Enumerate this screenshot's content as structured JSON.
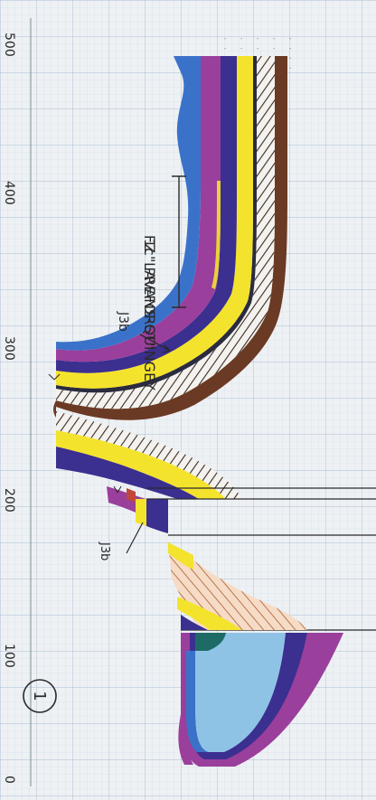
{
  "figure_number": "1",
  "title_line1": "1c\" PREFORST\"",
  "title_line2": "LAVANS-QUINGEY",
  "labels": {
    "fz": "FZ",
    "j3b_upper": "J3b",
    "j3b_lower": "J3b"
  },
  "axis_ticks": [
    "500",
    "400",
    "300",
    "200",
    "100",
    "0"
  ],
  "colors": {
    "paper": "#eef1f4",
    "grid": "#b9c9d8",
    "violet": "#9a3f9c",
    "light_blue": "#8fc3e6",
    "blue": "#3b72c9",
    "dark_blue": "#2f3aa3",
    "indigo": "#3b2f8f",
    "yellow": "#f4e32c",
    "teal": "#1e6b66",
    "brown": "#6b3a24",
    "peach": "#f2c7a5"
  }
}
